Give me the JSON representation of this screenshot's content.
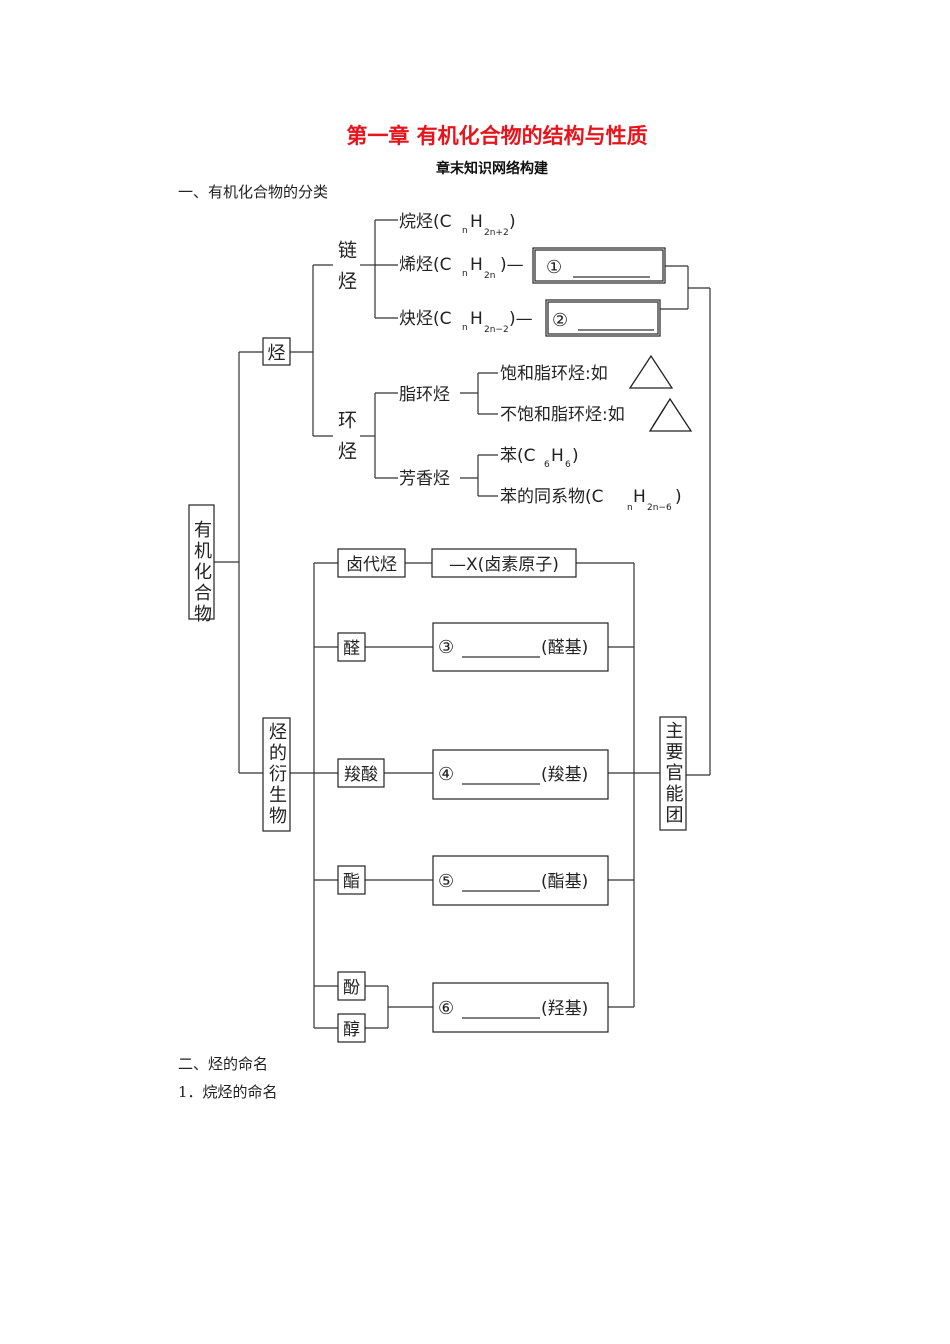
{
  "header": {
    "title": "第一章  有机化合物的结构与性质",
    "subtitle": "章末知识网络构建"
  },
  "sections": {
    "s1": "一、有机化合物的分类",
    "s2": "二、烃的命名",
    "s3": "1．烷烃的命名"
  },
  "diagram": {
    "root": "有机化合物",
    "hydrocarbon": "烃",
    "chain_hydrocarbon": "链烃",
    "alkane": {
      "name": "烷烃(C",
      "n": "n",
      "H": "H",
      "sub": "2n+2",
      "close": ")"
    },
    "alkene": {
      "name": "烯烃(C",
      "n": "n",
      "H": "H",
      "sub": "2n",
      "close": ")—"
    },
    "alkyne": {
      "name": "炔烃(C",
      "n": "n",
      "H": "H",
      "sub": "2n−2",
      "close": ")—"
    },
    "blank1": "①",
    "blank2": "②",
    "cyclic_hydrocarbon": "环烃",
    "alicyclic": "脂环烃",
    "saturated_alicyclic": "饱和脂环烃:如",
    "unsaturated_alicyclic": "不饱和脂环烃:如",
    "aromatic": "芳香烃",
    "benzene": {
      "name": "苯(C",
      "n": "6",
      "H": "H",
      "sub": "6",
      "close": ")"
    },
    "benzene_homolog": {
      "name": "苯的同系物(C",
      "n": "n",
      "H": "H",
      "sub": "2n−6",
      "close": ")"
    },
    "derivatives": "烃的衍生物",
    "halide": "卤代烃",
    "halide_group": "—X(卤素原子)",
    "aldehyde": "醛",
    "aldehyde_group": {
      "num": "③",
      "label": "(醛基)"
    },
    "carboxylic_acid": "羧酸",
    "carboxyl_group": {
      "num": "④",
      "label": "(羧基)"
    },
    "ester": "酯",
    "ester_group": {
      "num": "⑤",
      "label": "(酯基)"
    },
    "phenol": "酚",
    "alcohol": "醇",
    "hydroxyl_group": {
      "num": "⑥",
      "label": "(羟基)"
    },
    "functional_groups": "主要官能团"
  }
}
